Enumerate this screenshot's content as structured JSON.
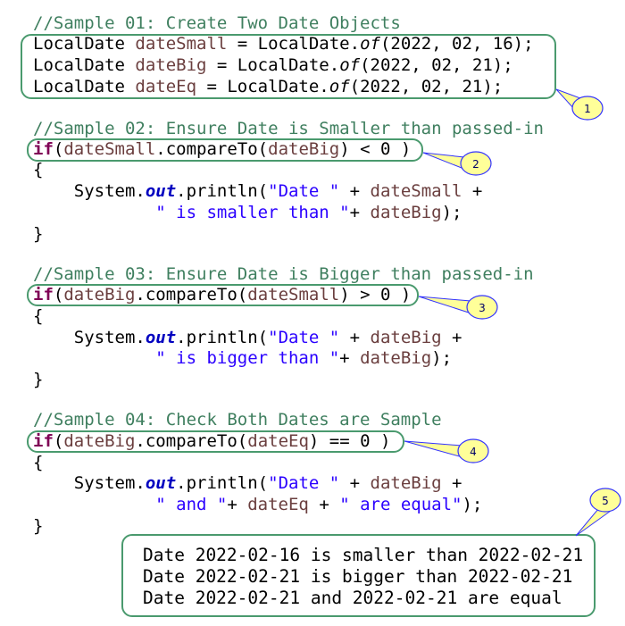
{
  "code_lines": [
    [
      [
        "c",
        "//Sample 01: Create Two Date Objects"
      ]
    ],
    [
      [
        "p",
        "LocalDate "
      ],
      [
        "v",
        "dateSmall"
      ],
      [
        "p",
        " = LocalDate."
      ],
      [
        "m",
        "of"
      ],
      [
        "p",
        "(2022, 02, 16);"
      ]
    ],
    [
      [
        "p",
        "LocalDate "
      ],
      [
        "v",
        "dateBig"
      ],
      [
        "p",
        " = LocalDate."
      ],
      [
        "m",
        "of"
      ],
      [
        "p",
        "(2022, 02, 21);"
      ]
    ],
    [
      [
        "p",
        "LocalDate "
      ],
      [
        "v",
        "dateEq"
      ],
      [
        "p",
        " = LocalDate."
      ],
      [
        "m",
        "of"
      ],
      [
        "p",
        "(2022, 02, 21);"
      ]
    ],
    [
      [
        "c",
        "//Sample 02: Ensure Date is Smaller than passed-in"
      ]
    ],
    [
      [
        "k",
        "if"
      ],
      [
        "p",
        "("
      ],
      [
        "v",
        "dateSmall"
      ],
      [
        "p",
        ".compareTo("
      ],
      [
        "v",
        "dateBig"
      ],
      [
        "p",
        ") < 0 )"
      ]
    ],
    [
      [
        "p",
        "{"
      ]
    ],
    [
      [
        "p",
        "    System."
      ],
      [
        "f",
        "out"
      ],
      [
        "p",
        ".println("
      ],
      [
        "s",
        "\"Date \""
      ],
      [
        "p",
        " + "
      ],
      [
        "v",
        "dateSmall"
      ],
      [
        "p",
        " +"
      ]
    ],
    [
      [
        "s",
        "            \" is smaller than \""
      ],
      [
        "p",
        "+ "
      ],
      [
        "v",
        "dateBig"
      ],
      [
        "p",
        ");"
      ]
    ],
    [
      [
        "p",
        "}"
      ]
    ],
    [
      [
        "c",
        "//Sample 03: Ensure Date is Bigger than passed-in"
      ]
    ],
    [
      [
        "k",
        "if"
      ],
      [
        "p",
        "("
      ],
      [
        "v",
        "dateBig"
      ],
      [
        "p",
        ".compareTo("
      ],
      [
        "v",
        "dateSmall"
      ],
      [
        "p",
        ") > 0 )"
      ]
    ],
    [
      [
        "p",
        "{"
      ]
    ],
    [
      [
        "p",
        "    System."
      ],
      [
        "f",
        "out"
      ],
      [
        "p",
        ".println("
      ],
      [
        "s",
        "\"Date \""
      ],
      [
        "p",
        " + "
      ],
      [
        "v",
        "dateBig"
      ],
      [
        "p",
        " +"
      ]
    ],
    [
      [
        "s",
        "            \" is bigger than \""
      ],
      [
        "p",
        "+ "
      ],
      [
        "v",
        "dateBig"
      ],
      [
        "p",
        ");"
      ]
    ],
    [
      [
        "p",
        "}"
      ]
    ],
    [
      [
        "c",
        "//Sample 04: Check Both Dates are Sample"
      ]
    ],
    [
      [
        "k",
        "if"
      ],
      [
        "p",
        "("
      ],
      [
        "v",
        "dateBig"
      ],
      [
        "p",
        ".compareTo("
      ],
      [
        "v",
        "dateEq"
      ],
      [
        "p",
        ") == 0 )"
      ]
    ],
    [
      [
        "p",
        "{"
      ]
    ],
    [
      [
        "p",
        "    System."
      ],
      [
        "f",
        "out"
      ],
      [
        "p",
        ".println("
      ],
      [
        "s",
        "\"Date \""
      ],
      [
        "p",
        " + "
      ],
      [
        "v",
        "dateBig"
      ],
      [
        "p",
        " +"
      ]
    ],
    [
      [
        "s",
        "            \" and \""
      ],
      [
        "p",
        "+ "
      ],
      [
        "v",
        "dateEq"
      ],
      [
        "p",
        " + "
      ],
      [
        "s",
        "\" are equal\""
      ],
      [
        "p",
        ");"
      ]
    ],
    [
      [
        "p",
        "}"
      ]
    ]
  ],
  "output_lines": [
    "Date 2022-02-16 is smaller than 2022-02-21",
    "Date 2022-02-21 is bigger than 2022-02-21",
    "Date 2022-02-21 and 2022-02-21 are equal"
  ],
  "callouts": [
    "1",
    "2",
    "3",
    "4",
    "5"
  ],
  "colors": {
    "comment": "#3f7f5f",
    "variable": "#6a3e3e",
    "keyword": "#7f0055",
    "string": "#2a00ff",
    "field": "#0000c0",
    "box": "#4a9a6e",
    "callout_fill": "#ffff99",
    "callout_border": "#3333ff"
  }
}
